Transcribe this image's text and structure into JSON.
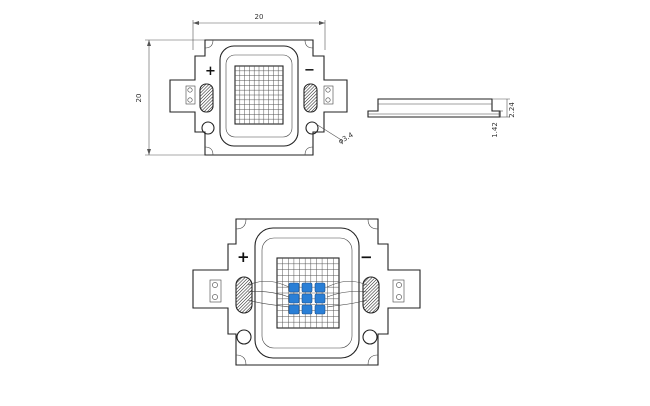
{
  "top_view": {
    "width_dim": "20",
    "height_dim": "20",
    "hole_dim": "φ3.4",
    "plus_label": "+",
    "minus_label": "−"
  },
  "side_view": {
    "height_dim_1": "2.24",
    "height_dim_2": "1.42"
  },
  "bottom_view": {
    "plus_label": "+",
    "minus_label": "−",
    "led_chip_color": "#2a7fd6",
    "led_chip_rows": 3,
    "led_chip_cols": 3
  }
}
